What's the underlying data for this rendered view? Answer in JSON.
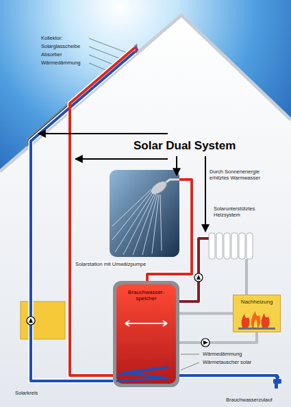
{
  "diagram": {
    "title": "Solar Dual System",
    "nodes": [
      {
        "text": [
          "Brauchwasser- speicher"
        ]
      },
      {
        "text": [
          "Nachheizung"
        ]
      }
    ],
    "edges": [
      {
        "from": 0,
        "to": 1,
        "arrow": "none"
      }
    ],
    "labels": [
      "Kollektor:",
      "Solarglasscheibe",
      "Absorber",
      "Wärmedämmung",
      "Durch Sonnenenergie erhitztes Warmwasser",
      "Solarunterstütztes Heizsystem",
      "Solarstation mit Umwälzpumpe",
      "Wärmedämmung",
      "Wärmetauscher solar",
      "Solarkreis",
      "Brauchwasserzulauf"
    ]
  }
}
